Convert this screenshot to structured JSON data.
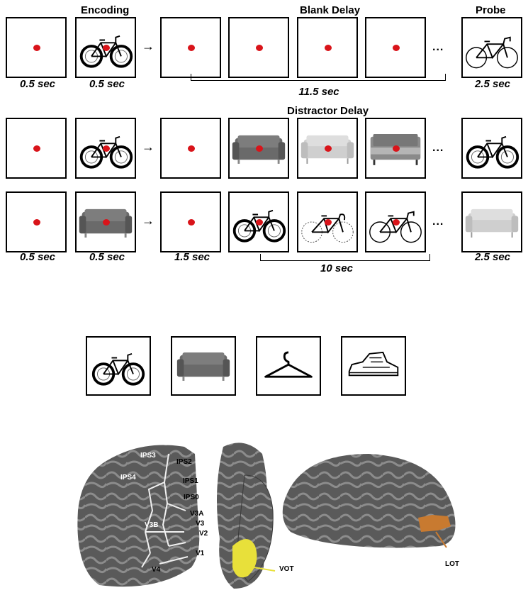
{
  "headers": {
    "encoding": "Encoding",
    "blank_delay": "Blank Delay",
    "probe": "Probe",
    "distractor_delay": "Distractor Delay"
  },
  "timing": {
    "row1": {
      "fix": "0.5 sec",
      "sample": "0.5 sec",
      "delay": "11.5 sec",
      "probe": "2.5 sec"
    },
    "row3": {
      "fix": "0.5 sec",
      "sample": "0.5 sec",
      "isi": "1.5 sec",
      "delay": "10 sec",
      "probe": "2.5 sec"
    }
  },
  "ellipsis": "...",
  "brain_rois": {
    "ips3": "IPS3",
    "ips2": "IPS2",
    "ips4": "IPS4",
    "ips1": "IPS1",
    "ips0": "IPS0",
    "v3a": "V3A",
    "v3": "V3",
    "v3b": "V3B",
    "v2": "V2",
    "v1": "V1",
    "v4": "V4",
    "vot": "VOT",
    "lot": "LOT"
  },
  "colors": {
    "fixation": "#d9141a",
    "vot": "#e8e03a",
    "lot": "#c87a30",
    "cortex": "#5a5a5a"
  }
}
